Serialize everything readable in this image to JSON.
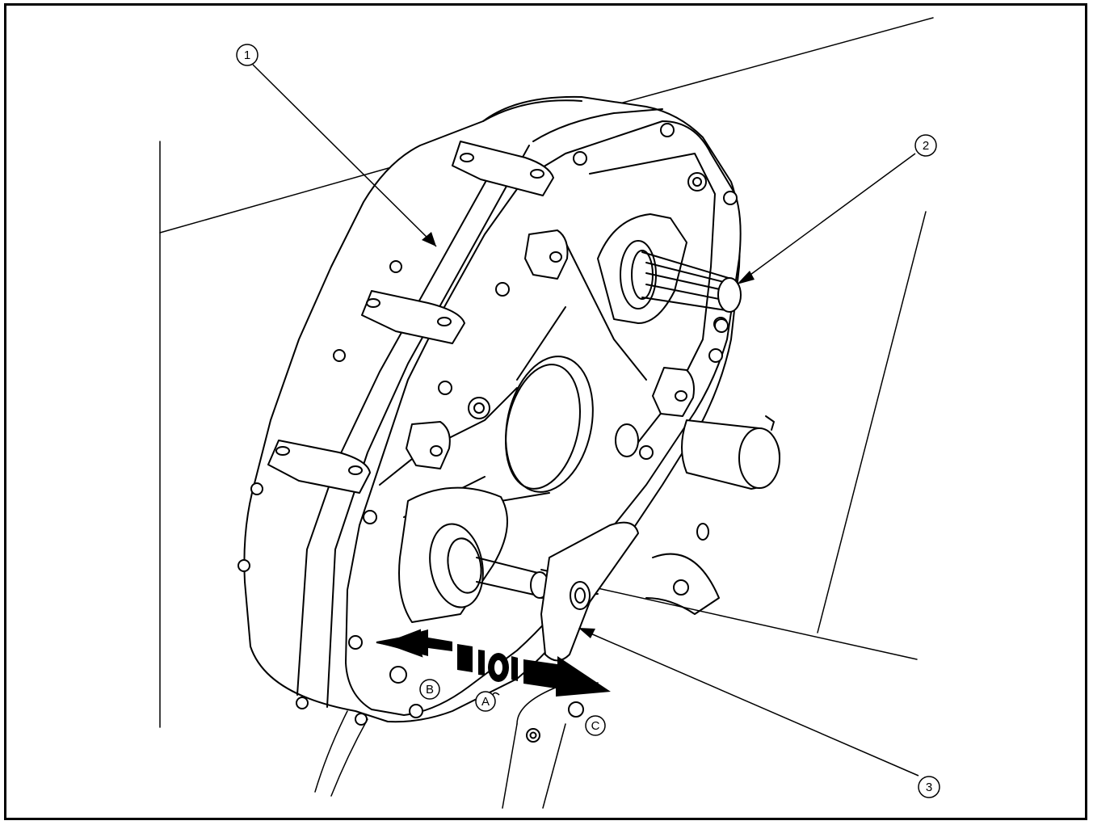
{
  "callouts": {
    "c1": "1",
    "c2": "2",
    "c3": "3",
    "a": "A",
    "b": "B",
    "c": "C"
  },
  "colors": {
    "line": "#000000",
    "panel": "#ffffff",
    "shade": "#e6e6e6"
  }
}
